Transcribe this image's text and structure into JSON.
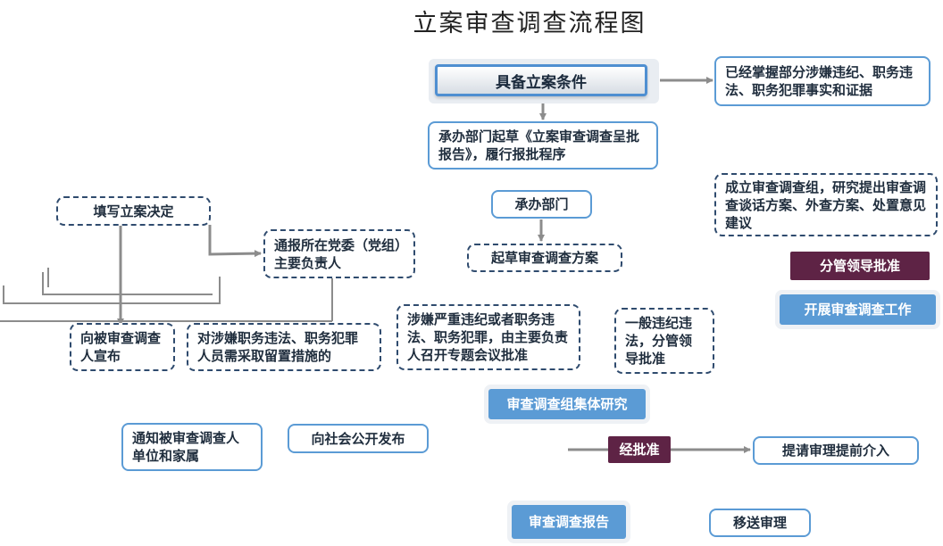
{
  "title": "立案审查调查流程图",
  "nodes": {
    "start": "具备立案条件",
    "condition_note": "已经掌握部分涉嫌违纪、职务违法、职务犯罪事实和证据",
    "draft_report": "承办部门起草《立案审查调查呈批报告》，履行报批程序",
    "undertaking_dept": "承办部门",
    "draft_plan": "起草审查调查方案",
    "form_group": "成立审查调查组，研究提出审查调查谈话方案、外查方案、处置意见建议",
    "leader_approval": "分管领导批准",
    "start_work": "开展审查调查工作",
    "fill_decision": "填写立案决定",
    "notify_party": "通报所在党委（党组）主要负责人",
    "announce": "向被审查调查人宣布",
    "detention": "对涉嫌职务违法、职务犯罪人员需采取留置措施的",
    "serious_case": "涉嫌严重违纪或者职务违法、职务犯罪，由主要负责人召开专题会议批准",
    "general_case": "一般违纪违法，分管领导批准",
    "group_research": "审查调查组集体研究",
    "notify_family": "通知被审查调查人单位和家属",
    "publish": "向社会公开发布",
    "approved": "经批准",
    "request_review": "提请审理提前介入",
    "report": "审查调查报告",
    "transfer": "移送审理"
  },
  "colors": {
    "accent": "#5b9bd5",
    "dashed_border": "#2f4b6e",
    "maroon": "#5e2345",
    "connector": "#8c8c8c"
  }
}
